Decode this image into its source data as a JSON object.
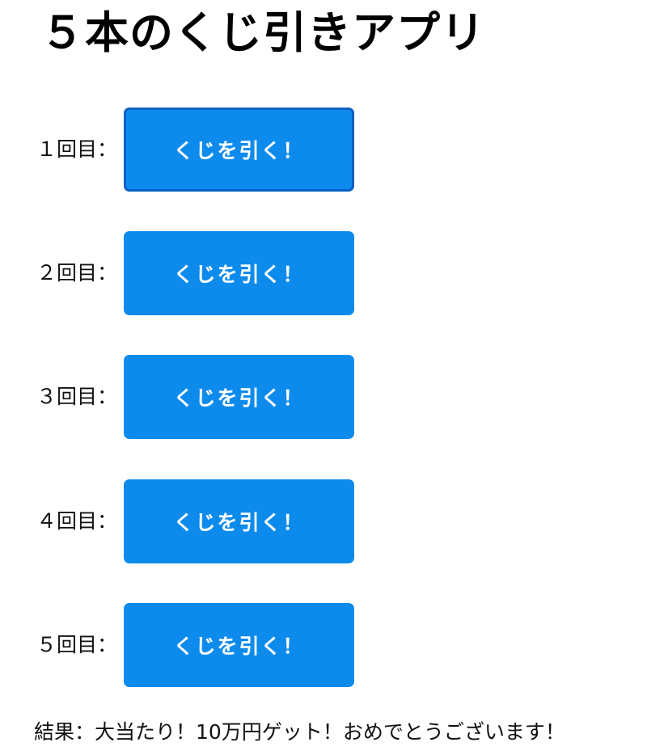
{
  "page": {
    "title": "５本のくじ引きアプリ"
  },
  "draws": [
    {
      "label": "１回目：",
      "button": "くじを引く！",
      "focused": true
    },
    {
      "label": "２回目：",
      "button": "くじを引く！",
      "focused": false
    },
    {
      "label": "３回目：",
      "button": "くじを引く！",
      "focused": false
    },
    {
      "label": "４回目：",
      "button": "くじを引く！",
      "focused": false
    },
    {
      "label": "５回目：",
      "button": "くじを引く！",
      "focused": false
    }
  ],
  "result": {
    "text": "結果：大当たり！10万円ゲット！おめでとうございます！"
  },
  "colors": {
    "button_bg": "#0d8bed",
    "button_text": "#ffffff",
    "focus_border": "#0a5fc6"
  }
}
